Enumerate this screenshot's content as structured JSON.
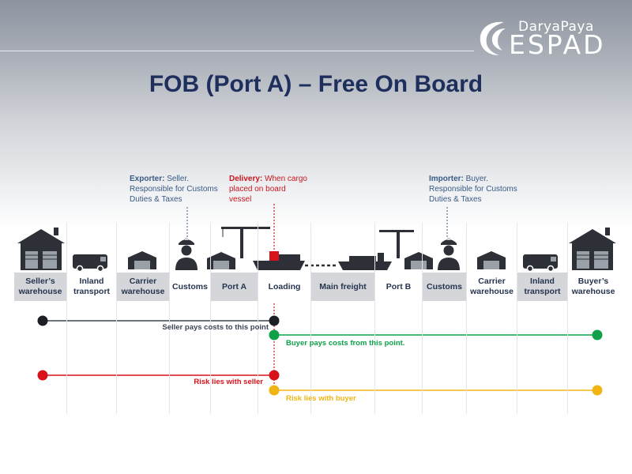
{
  "brand": {
    "top": "DaryaPaya",
    "main": "ESPAD",
    "icon": "swoosh-logo-icon"
  },
  "title": "FOB (Port A) – Free On Board",
  "notes": {
    "exporter": {
      "bold": "Exporter:",
      "text": " Seller. Responsible for Customs Duties & Taxes",
      "line1": " Seller.",
      "line2": "Responsible for Customs",
      "line3": "Duties & Taxes"
    },
    "delivery": {
      "bold": "Delivery:",
      "line1": " When cargo",
      "line2": "placed on board",
      "line3": "vessel"
    },
    "importer": {
      "bold": "Importer:",
      "line1": " Buyer.",
      "line2": "Responsible for Customs",
      "line3": "Duties & Taxes"
    }
  },
  "stages": [
    {
      "line1": "Seller’s",
      "line2": "warehouse",
      "icon": "warehouse-icon"
    },
    {
      "line1": "Inland",
      "line2": "transport",
      "icon": "van-icon"
    },
    {
      "line1": "Carrier",
      "line2": "warehouse",
      "icon": "carrier-warehouse-icon"
    },
    {
      "line1": "Customs",
      "line2": "",
      "icon": "customs-officer-icon"
    },
    {
      "line1": "Port A",
      "line2": "",
      "icon": "port-crane-icon"
    },
    {
      "line1": "Loading",
      "line2": "",
      "icon": "loading-ship-icon"
    },
    {
      "line1": "Main freight",
      "line2": "",
      "icon": "ship-icon"
    },
    {
      "line1": "Port B",
      "line2": "",
      "icon": "port-crane-icon"
    },
    {
      "line1": "Customs",
      "line2": "",
      "icon": "customs-officer-icon"
    },
    {
      "line1": "Carrier",
      "line2": "warehouse",
      "icon": "carrier-warehouse-icon"
    },
    {
      "line1": "Inland",
      "line2": "transport",
      "icon": "van-icon"
    },
    {
      "line1": "Buyer’s",
      "line2": "warehouse",
      "icon": "warehouse-icon"
    }
  ],
  "lines": {
    "seller_costs": {
      "text": "Seller pays costs to this point",
      "color": "#3b4556"
    },
    "buyer_costs": {
      "text": "Buyer pays costs from this point.",
      "color": "#0fa04a"
    },
    "seller_risk": {
      "text": "Risk lies with seller",
      "color": "#d8121b"
    },
    "buyer_risk": {
      "text": "Risk lies with buyer",
      "color": "#f0b514"
    }
  },
  "colors": {
    "title": "#1f2f5d",
    "label_text": "#26344f",
    "icon_dark": "#2d3036",
    "delivery_marker": "#d8121b"
  }
}
